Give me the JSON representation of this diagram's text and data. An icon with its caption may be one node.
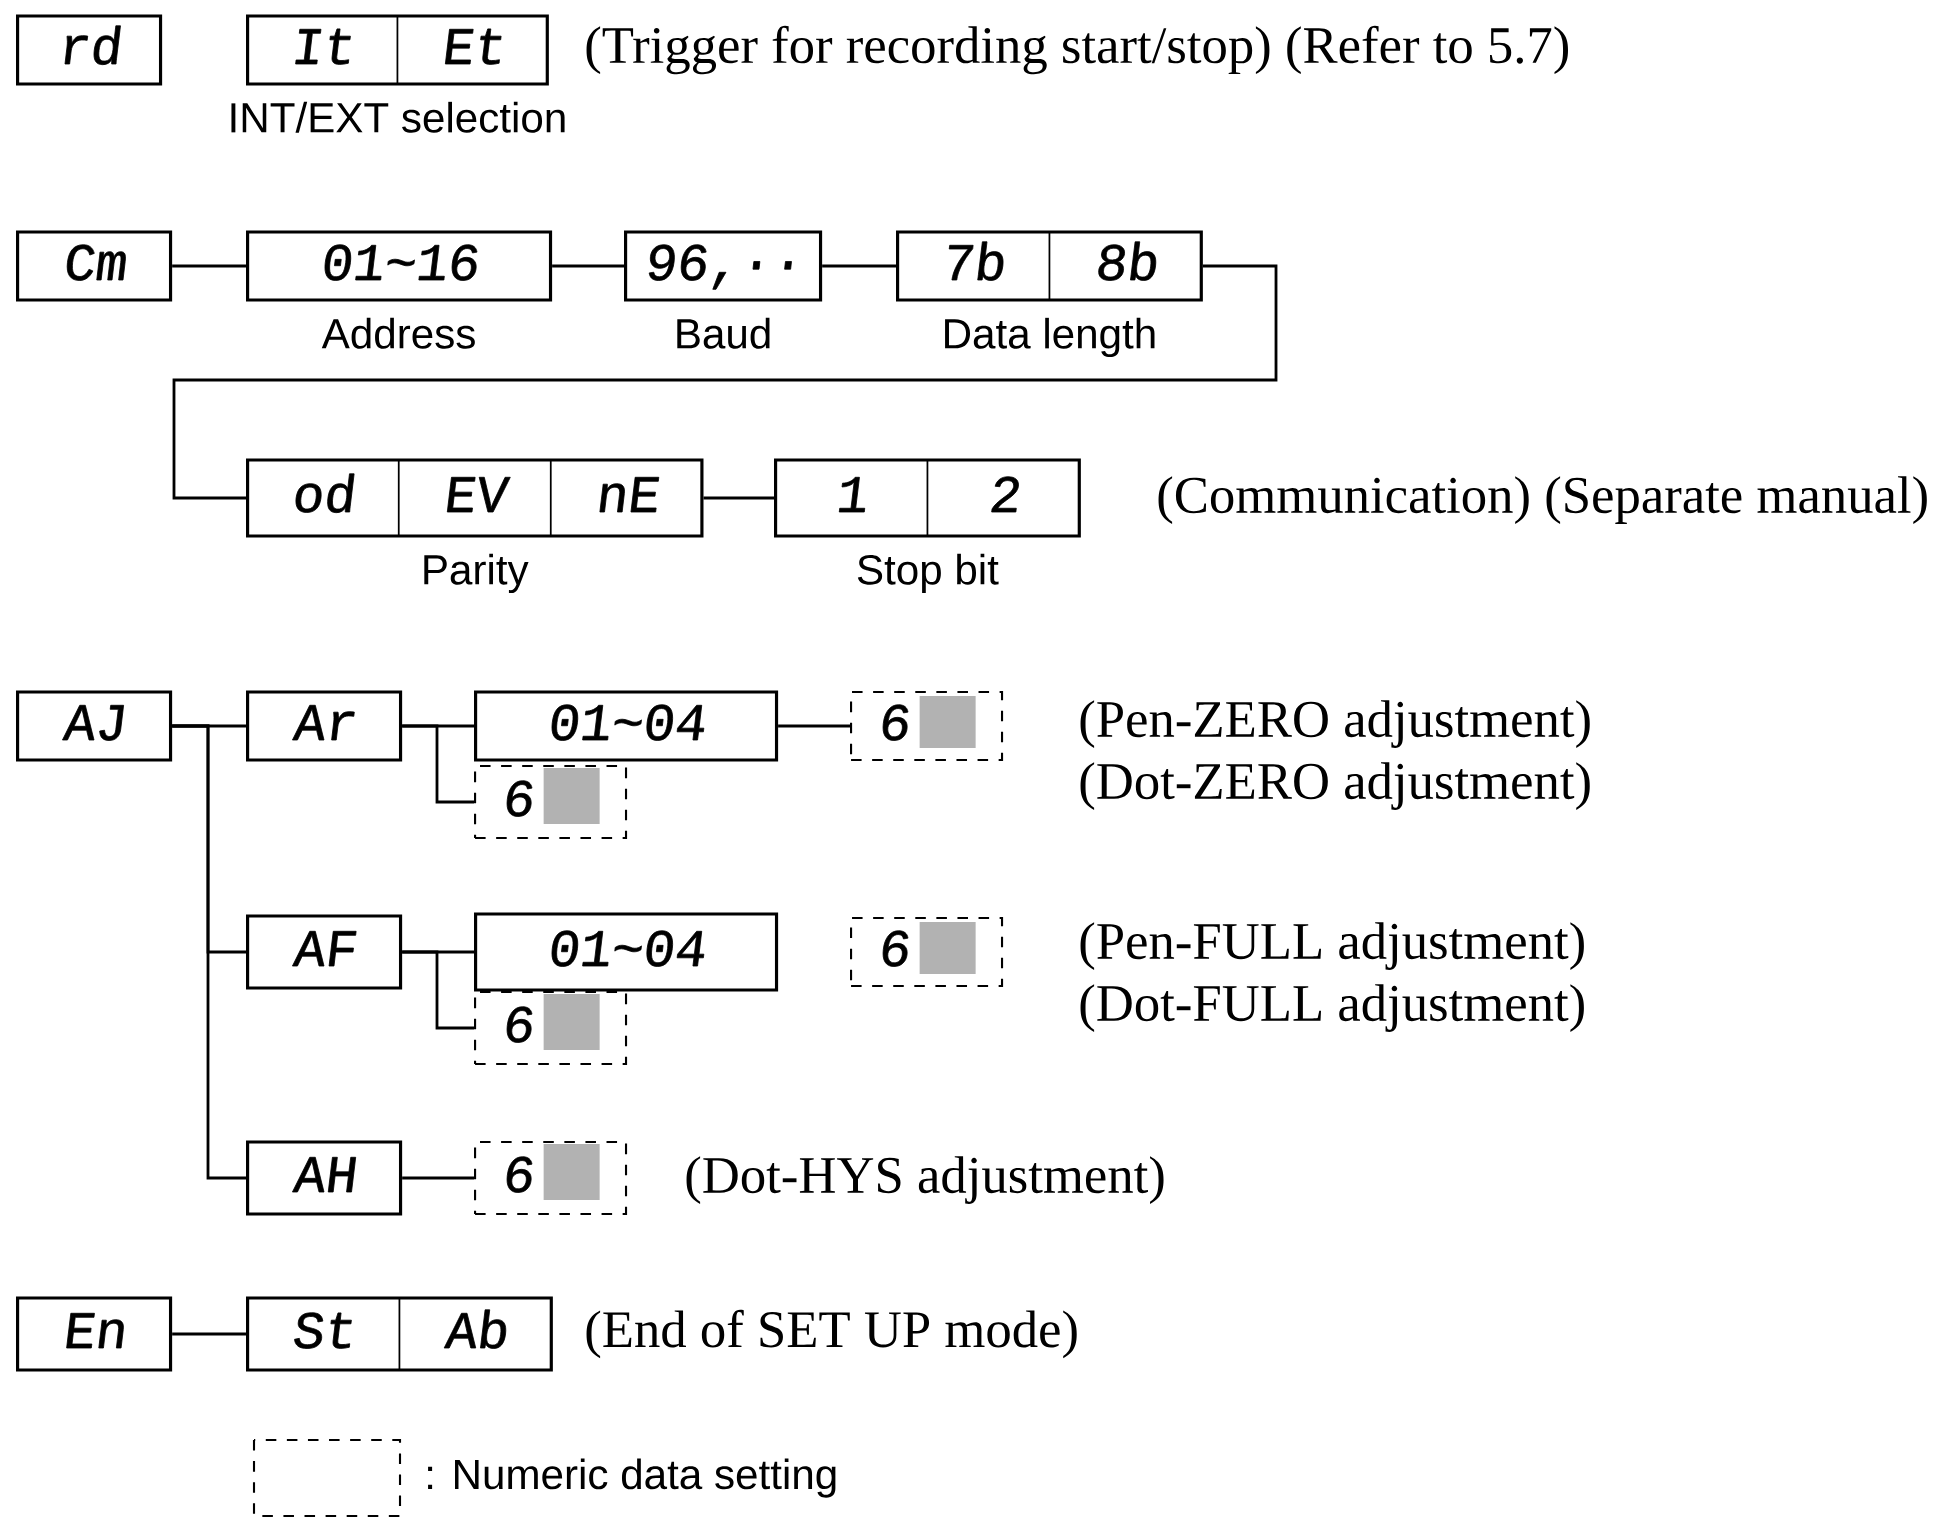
{
  "diagram": {
    "nodes": [
      {
        "text": [
          "rd"
        ]
      },
      {
        "text": [
          "It",
          "Et"
        ],
        "beside": [
          "INT/EXT selection"
        ]
      },
      {
        "text": [
          "Cm"
        ]
      },
      {
        "text": [
          "01~16"
        ],
        "beside": [
          "Address"
        ]
      },
      {
        "text": [
          "96,··"
        ],
        "beside": [
          "Baud"
        ]
      },
      {
        "text": [
          "7b",
          "8b"
        ],
        "beside": [
          "Data length"
        ]
      },
      {
        "text": [
          "od",
          "EV",
          "nE"
        ],
        "beside": [
          "Parity"
        ]
      },
      {
        "text": [
          "1",
          "2"
        ],
        "beside": [
          "Stop bit"
        ]
      },
      {
        "text": [
          "AJ"
        ]
      },
      {
        "text": [
          "Ar"
        ]
      },
      {
        "text": [
          "01~04"
        ]
      },
      {
        "text": [
          "6"
        ]
      },
      {
        "text": [
          "6"
        ]
      },
      {
        "text": [
          "AF"
        ]
      },
      {
        "text": [
          "01~04"
        ]
      },
      {
        "text": [
          "6"
        ]
      },
      {
        "text": [
          "6"
        ]
      },
      {
        "text": [
          "AH"
        ]
      },
      {
        "text": [
          "6"
        ]
      },
      {
        "text": [
          "En"
        ]
      },
      {
        "text": [
          "St",
          "Ab"
        ]
      }
    ],
    "edges": [
      {
        "from": 2,
        "to": 3,
        "arrow": "none"
      },
      {
        "from": 3,
        "to": 4,
        "arrow": "none"
      },
      {
        "from": 4,
        "to": 5,
        "arrow": "none"
      },
      {
        "from": 5,
        "to": 6,
        "arrow": "none"
      },
      {
        "from": 6,
        "to": 7,
        "arrow": "none"
      },
      {
        "from": 8,
        "to": 9,
        "arrow": "none"
      },
      {
        "from": 8,
        "to": 13,
        "arrow": "none"
      },
      {
        "from": 8,
        "to": 17,
        "arrow": "none"
      },
      {
        "from": 9,
        "to": 10,
        "arrow": "none"
      },
      {
        "from": 10,
        "to": 11,
        "arrow": "none"
      },
      {
        "from": 9,
        "to": 12,
        "arrow": "none"
      },
      {
        "from": 13,
        "to": 14,
        "arrow": "none"
      },
      {
        "from": 13,
        "to": 16,
        "arrow": "none"
      },
      {
        "from": 17,
        "to": 18,
        "arrow": "none"
      },
      {
        "from": 19,
        "to": 20,
        "arrow": "none"
      }
    ],
    "labels": [
      "(Trigger for recording start/stop) (Refer to 5.7)",
      "(Communication) (Separate manual)",
      "(Pen-ZERO adjustment)",
      "(Dot-ZERO adjustment)",
      "(Pen-FULL adjustment)",
      "(Dot-FULL adjustment)",
      "(Dot-HYS adjustment)",
      "(End of SET UP mode)"
    ],
    "legend": [
      {
        "text": ": Numeric data setting"
      }
    ]
  }
}
